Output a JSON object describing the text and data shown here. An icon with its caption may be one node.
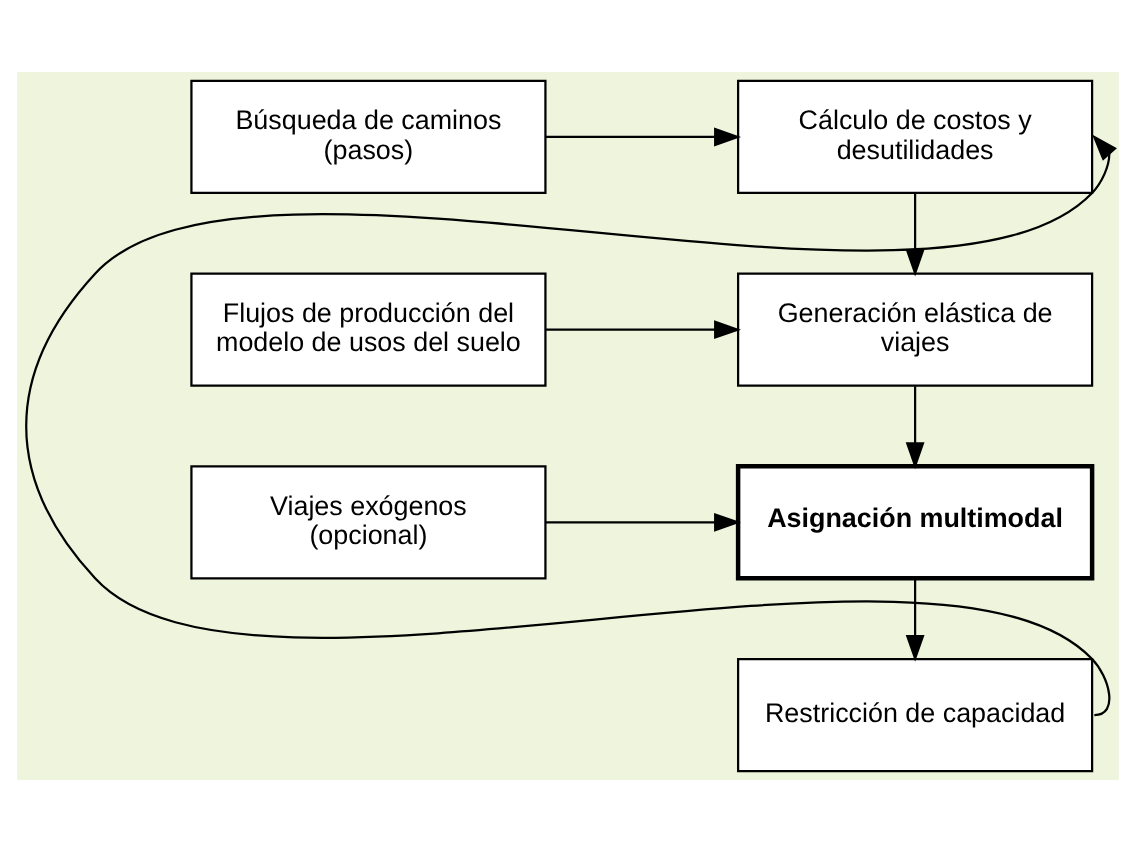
{
  "diagram": {
    "nodes": [
      {
        "text": [
          "Búsqueda de caminos (pasos)"
        ]
      },
      {
        "text": [
          "Cálculo de costos y desutilidades"
        ]
      },
      {
        "text": [
          "Flujos de producción del modelo de usos del suelo"
        ]
      },
      {
        "text": [
          "Generación elástica de viajes"
        ]
      },
      {
        "text": [
          "Viajes exógenos (opcional)"
        ]
      },
      {
        "text": [
          "Asignación multimodal"
        ]
      },
      {
        "text": [
          "Restricción de capacidad"
        ]
      }
    ],
    "edges": [
      {
        "from": 0,
        "to": 1,
        "arrow": "to"
      },
      {
        "from": 1,
        "to": 3,
        "arrow": "to"
      },
      {
        "from": 2,
        "to": 3,
        "arrow": "to"
      },
      {
        "from": 3,
        "to": 5,
        "arrow": "to"
      },
      {
        "from": 4,
        "to": 5,
        "arrow": "to"
      },
      {
        "from": 5,
        "to": 6,
        "arrow": "to"
      },
      {
        "from": 6,
        "to": 1,
        "arrow": "to"
      }
    ]
  }
}
